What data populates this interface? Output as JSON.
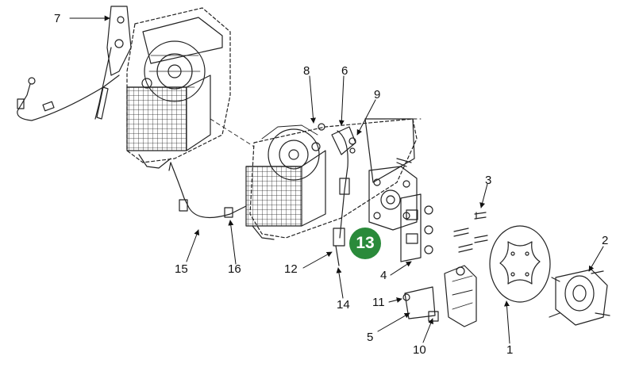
{
  "callouts": {
    "c1": "1",
    "c2": "2",
    "c3": "3",
    "c4": "4",
    "c5": "5",
    "c6": "6",
    "c7": "7",
    "c8": "8",
    "c9": "9",
    "c10": "10",
    "c11": "11",
    "c12": "12",
    "c14": "14",
    "c15": "15",
    "c16": "16"
  },
  "badge": {
    "label": "13",
    "color": "#2a8a3a"
  },
  "colors": {
    "line": "#222222",
    "leader": "#111111"
  }
}
